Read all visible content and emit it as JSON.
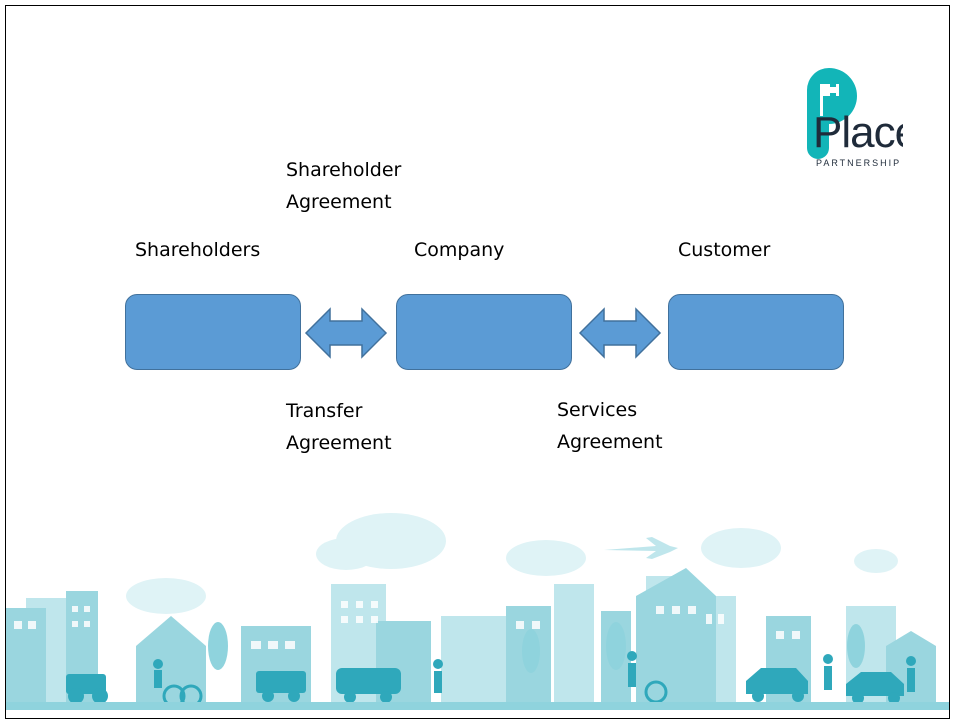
{
  "logo": {
    "name": "Place",
    "subtitle": "PARTNERSHIP",
    "brand_color": "#12b5b8"
  },
  "diagram": {
    "nodes": [
      {
        "id": "shareholders",
        "label": "Shareholders"
      },
      {
        "id": "company",
        "label": "Company"
      },
      {
        "id": "customer",
        "label": "Customer"
      }
    ],
    "box_color": "#5b9bd5",
    "box_border": "#41719c",
    "edges": [
      {
        "from": "shareholders",
        "to": "company",
        "type": "double-arrow",
        "label_above": [
          "Shareholder",
          "Agreement"
        ],
        "label_below": [
          "Transfer",
          "Agreement"
        ]
      },
      {
        "from": "company",
        "to": "customer",
        "type": "double-arrow",
        "label_below": [
          "Services",
          "Agreement"
        ]
      }
    ]
  },
  "illustration": {
    "icon": "city-skyline-icon",
    "color": "#8fd3dd"
  }
}
